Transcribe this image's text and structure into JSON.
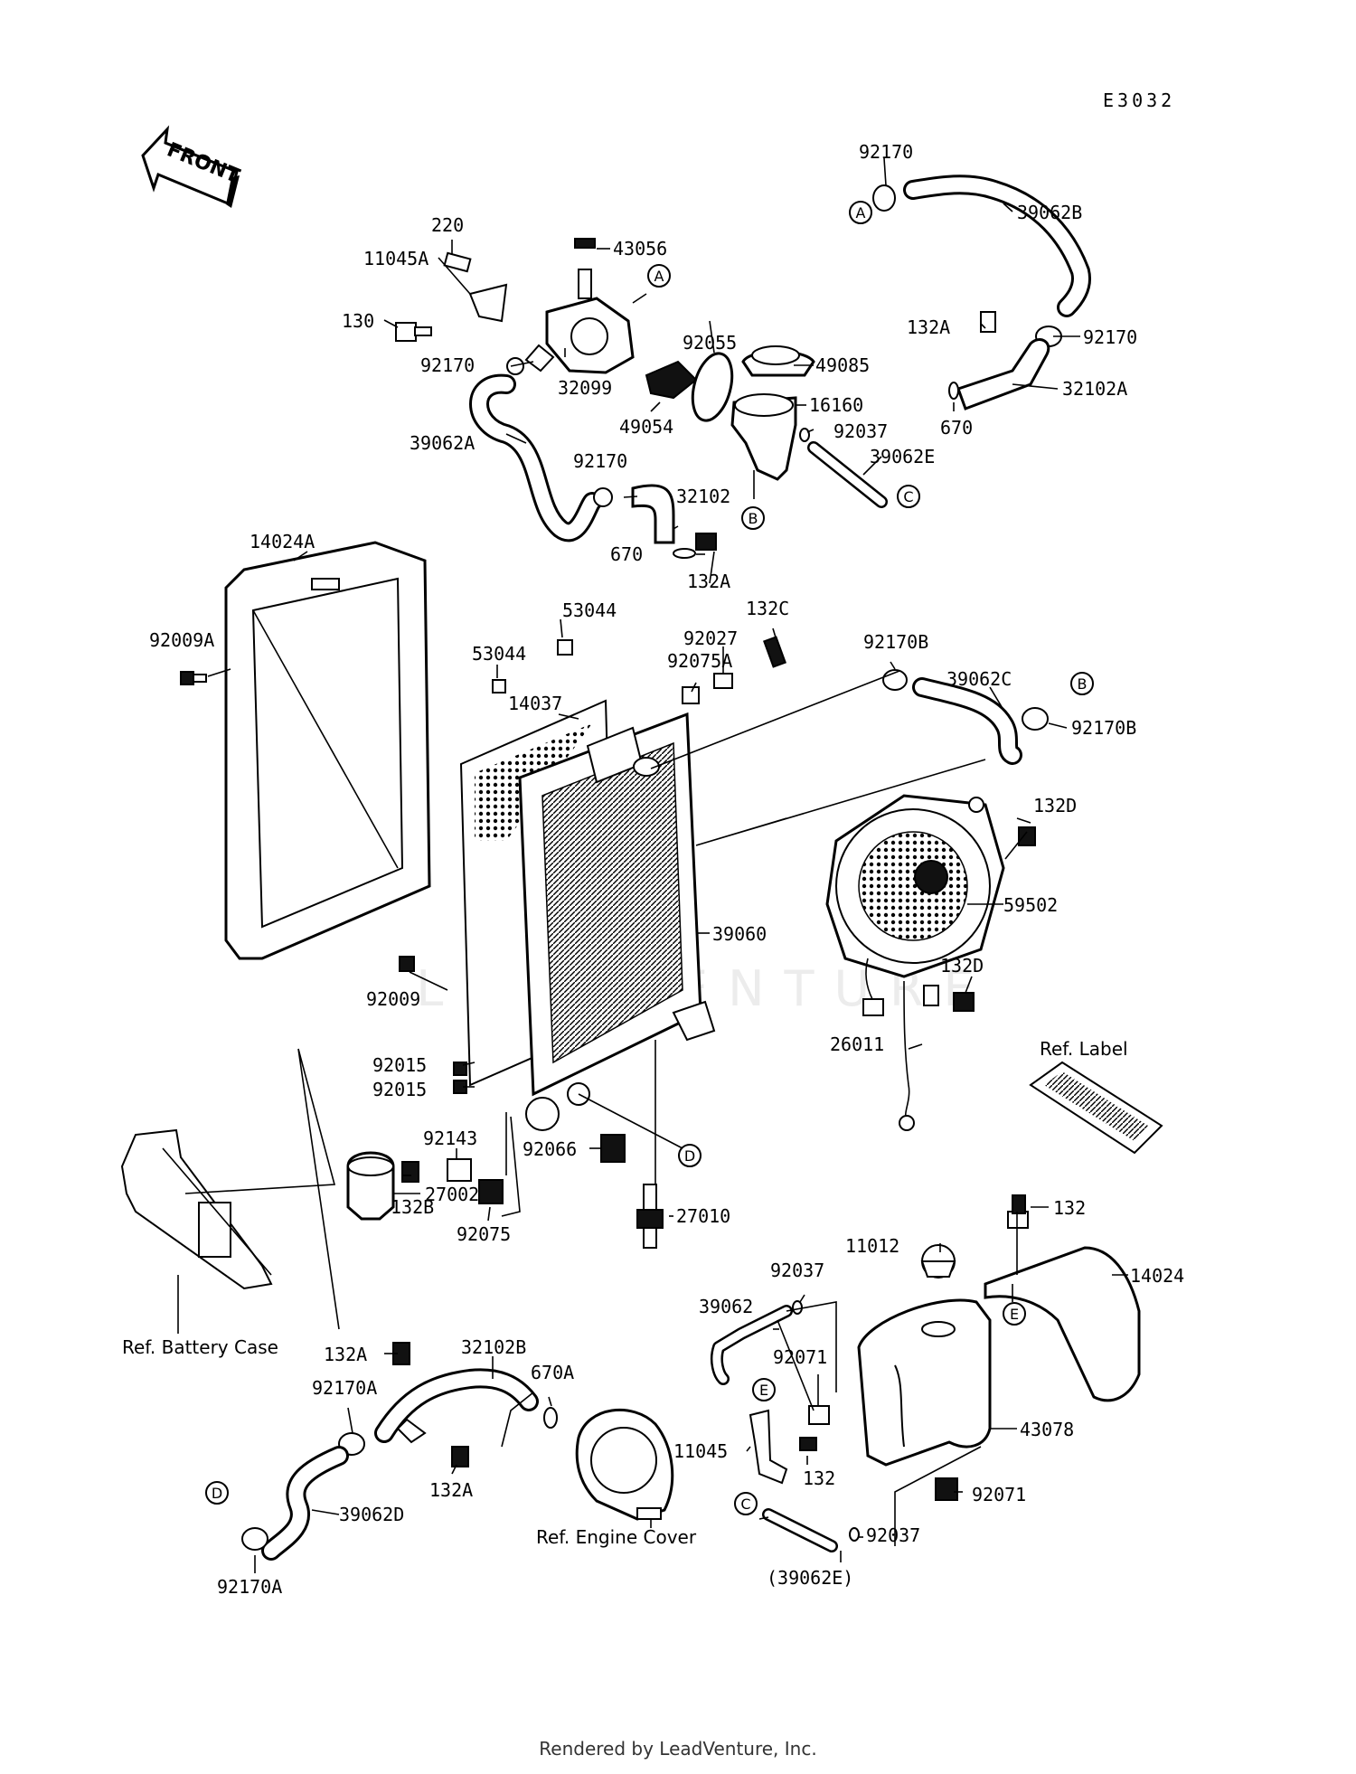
{
  "diagram_code": "E3032",
  "front_label": "FRONT",
  "footer": "Rendered by LeadVenture, Inc.",
  "watermark": "LEADVENTURE",
  "references": {
    "battery_case": "Ref. Battery Case",
    "engine_cover": "Ref. Engine Cover",
    "label": "Ref. Label"
  },
  "connectors": {
    "a": "A",
    "b": "B",
    "c": "C",
    "d": "D",
    "e": "E"
  },
  "part_labels": {
    "p220": "220",
    "p11045a": "11045A",
    "p130": "130",
    "p43056": "43056",
    "p92170_tl": "92170",
    "p32099": "32099",
    "p39062a": "39062A",
    "p92170_mid": "92170",
    "p32102": "32102",
    "p670_mid": "670",
    "p132a_mid": "132A",
    "p92055": "92055",
    "p49054": "49054",
    "p49085": "49085",
    "p16160": "16160",
    "p92037_top": "92037",
    "p39062e": "39062E",
    "p92170_top": "92170",
    "p39062b": "39062B",
    "p132a_top": "132A",
    "p92170_right": "92170",
    "p32102a": "32102A",
    "p670_top": "670",
    "p14024a": "14024A",
    "p92009a": "92009A",
    "p53044_a": "53044",
    "p53044_b": "53044",
    "p14037": "14037",
    "p92027": "92027",
    "p92075a": "92075A",
    "p132c": "132C",
    "p92170b_a": "92170B",
    "p39062c": "39062C",
    "p92170b_b": "92170B",
    "p132d_a": "132D",
    "p59502": "59502",
    "p39060": "39060",
    "p132d_b": "132D",
    "p26011": "26011",
    "p92009": "92009",
    "p92015_a": "92015",
    "p92015_b": "92015",
    "p92143": "92143",
    "p132b": "132B",
    "p92075": "92075",
    "p92066": "92066",
    "p27010": "27010",
    "p27002": "27002",
    "p132a_low": "132A",
    "p32102b": "32102B",
    "p670a": "670A",
    "p92170a_a": "92170A",
    "p132a_low2": "132A",
    "p39062d": "39062D",
    "p92170a_b": "92170A",
    "p132_r": "132",
    "p14024": "14024",
    "p11012": "11012",
    "p92037_b": "92037",
    "p39062": "39062",
    "p92071_a": "92071",
    "p11045": "11045",
    "p132_b": "132",
    "p43078": "43078",
    "p92071_b": "92071",
    "p92037_c": "92037",
    "p39062e_paren": "(39062E)"
  }
}
